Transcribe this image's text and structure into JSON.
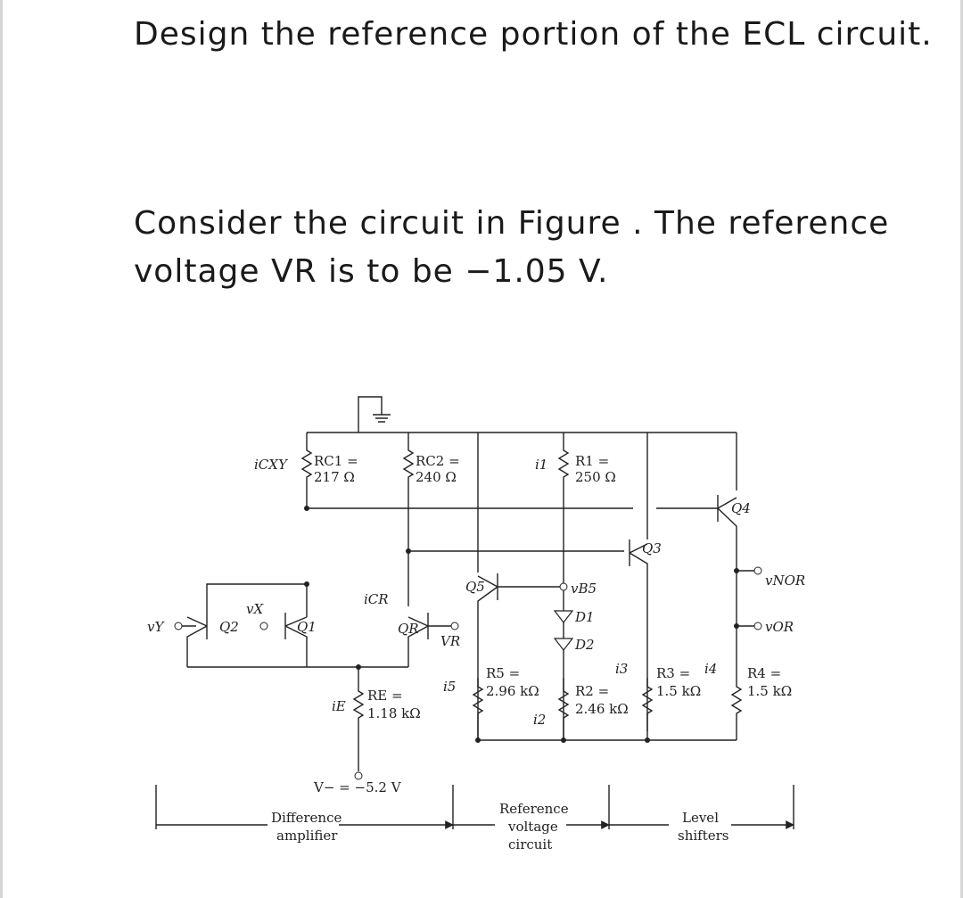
{
  "question": {
    "line1": "Design the reference portion of the ECL circuit.",
    "line2": "Consider the circuit in Figure . The reference voltage VR is to be −1.05 V."
  },
  "diagram": {
    "rc1_name": "RC1 =",
    "rc1_value": "217 Ω",
    "rc2_name": "RC2 =",
    "rc2_value": "240 Ω",
    "r1_name": "R1 =",
    "r1_value": "250 Ω",
    "r2_name": "R2 =",
    "r2_value": "2.46 kΩ",
    "r3_name": "R3 =",
    "r3_value": "1.5 kΩ",
    "r4_name": "R4 =",
    "r4_value": "1.5 kΩ",
    "r5_name": "R5 =",
    "r5_value": "2.96 kΩ",
    "re_name": "RE =",
    "re_value": "1.18 kΩ",
    "i_cxy": "iCXY",
    "i_cr": "iCR",
    "i_e": "iE",
    "i1": "i1",
    "i2": "i2",
    "i3": "i3",
    "i4": "i4",
    "i5": "i5",
    "q1": "Q1",
    "q2": "Q2",
    "q3": "Q3",
    "q4": "Q4",
    "q5": "Q5",
    "qr": "QR",
    "d1": "D1",
    "d2": "D2",
    "vy": "vY",
    "vx": "vX",
    "vr": "VR",
    "vb5": "vB5",
    "vnor": "vNOR",
    "vor": "vOR",
    "vminus": "V− = −5.2 V",
    "sec1a": "Difference",
    "sec1b": "amplifier",
    "sec2a": "Reference",
    "sec2b": "voltage",
    "sec2c": "circuit",
    "sec3a": "Level",
    "sec3b": "shifters"
  }
}
